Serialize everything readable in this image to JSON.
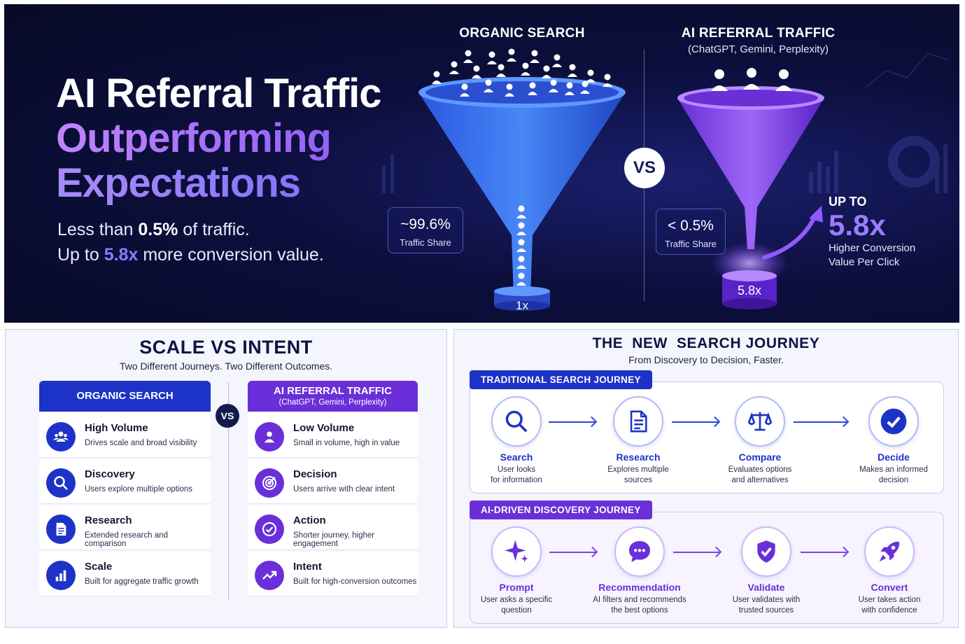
{
  "hero": {
    "title_line1": "AI Referral Traffic",
    "title_line2": "Outperforming",
    "title_line3": "Expectations",
    "sub_line1_pre": "Less than ",
    "sub_line1_bold": "0.5%",
    "sub_line1_post": " of traffic.",
    "sub_line2_pre": "Up to ",
    "sub_line2_accent": "5.8x",
    "sub_line2_post": " more conversion value.",
    "organic_title": "ORGANIC SEARCH",
    "ai_title": "AI REFERRAL TRAFFIC",
    "ai_subtitle": "(ChatGPT, Gemini, Perplexity)",
    "vs": "VS",
    "organic_stat_value": "~99.6%",
    "organic_stat_label": "Traffic Share",
    "ai_stat_value": "< 0.5%",
    "ai_stat_label": "Traffic Share",
    "organic_base": "1x",
    "ai_base": "5.8x",
    "upto_label": "UP TO",
    "upto_value": "5.8x",
    "upto_desc_line1": "Higher Conversion",
    "upto_desc_line2": "Value Per Click"
  },
  "scale_vs_intent": {
    "title": "SCALE VS INTENT",
    "subtitle": "Two Different Journeys. Two Different Outcomes.",
    "vs": "VS",
    "organic": {
      "title": "ORGANIC SEARCH",
      "rows": [
        {
          "icon": "users-icon",
          "title": "High Volume",
          "desc": "Drives scale and broad visibility"
        },
        {
          "icon": "search-icon",
          "title": "Discovery",
          "desc": "Users explore multiple options"
        },
        {
          "icon": "document-icon",
          "title": "Research",
          "desc": "Extended research and comparison"
        },
        {
          "icon": "bar-chart-icon",
          "title": "Scale",
          "desc": "Built for aggregate traffic growth"
        }
      ]
    },
    "ai": {
      "title": "AI REFERRAL TRAFFIC",
      "subtitle": "(ChatGPT, Gemini, Perplexity)",
      "rows": [
        {
          "icon": "user-icon",
          "title": "Low Volume",
          "desc": "Small in volume, high in value"
        },
        {
          "icon": "target-icon",
          "title": "Decision",
          "desc": "Users arrive with clear intent"
        },
        {
          "icon": "check-circle-icon",
          "title": "Action",
          "desc": "Shorter journey, higher engagement"
        },
        {
          "icon": "trend-up-icon",
          "title": "Intent",
          "desc": "Built for high-conversion outcomes"
        }
      ]
    }
  },
  "new_journey": {
    "title": "THE  NEW  SEARCH JOURNEY",
    "subtitle": "From Discovery to Decision, Faster.",
    "traditional": {
      "tag": "TRADITIONAL SEARCH JOURNEY",
      "steps": [
        {
          "icon": "search-icon",
          "title": "Search",
          "desc1": "User looks",
          "desc2": "for information"
        },
        {
          "icon": "document-icon",
          "title": "Research",
          "desc1": "Explores multiple",
          "desc2": "sources"
        },
        {
          "icon": "scale-icon",
          "title": "Compare",
          "desc1": "Evaluates options",
          "desc2": "and alternatives"
        },
        {
          "icon": "check-icon",
          "title": "Decide",
          "desc1": "Makes an informed",
          "desc2": "decision"
        }
      ]
    },
    "ai": {
      "tag": "AI-DRIVEN DISCOVERY JOURNEY",
      "steps": [
        {
          "icon": "sparkle-icon",
          "title": "Prompt",
          "desc1": "User asks a specific",
          "desc2": "question"
        },
        {
          "icon": "chat-icon",
          "title": "Recommendation",
          "desc1": "AI filters and recommends",
          "desc2": "the best options"
        },
        {
          "icon": "shield-check-icon",
          "title": "Validate",
          "desc1": "User validates with",
          "desc2": "trusted sources"
        },
        {
          "icon": "rocket-icon",
          "title": "Convert",
          "desc1": "User takes action",
          "desc2": "with confidence"
        }
      ]
    }
  },
  "colors": {
    "blue": "#1d33c7",
    "purple": "#6a2fd8",
    "navy": "#0c0f3c"
  }
}
